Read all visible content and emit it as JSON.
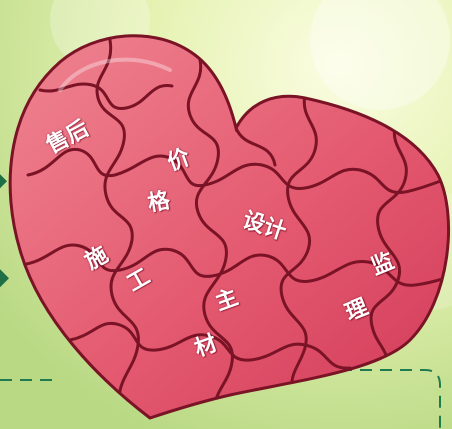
{
  "labels": {
    "shouhou": "售后",
    "jia": "价",
    "ge": "格",
    "sheji": "设计",
    "shi": "施",
    "gong": "工",
    "zhu": "主",
    "cai": "材",
    "jian": "监",
    "li": "理"
  },
  "colors": {
    "heart_light": "#ea7383",
    "heart_dark": "#d9415e",
    "outline": "#7a1326",
    "label": "#ffffff",
    "background_light": "#f4fac8",
    "background_green": "#c6e08a",
    "dash_line": "#1f7a4d"
  }
}
